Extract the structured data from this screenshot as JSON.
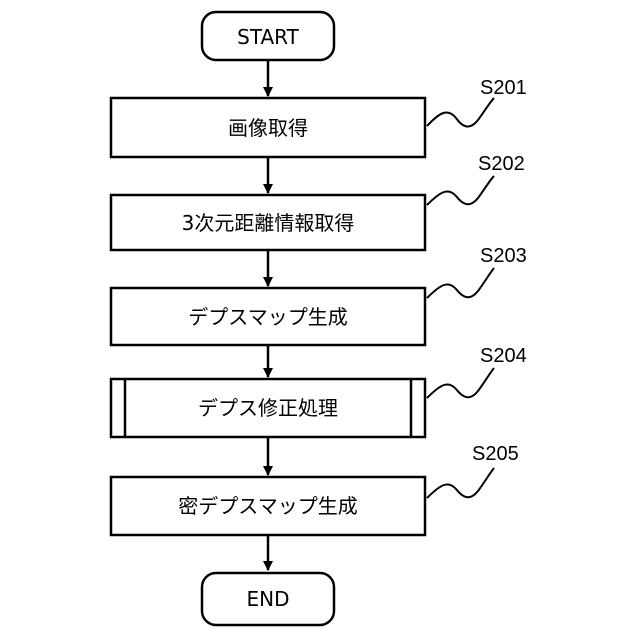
{
  "flowchart": {
    "start": "START",
    "end": "END",
    "steps": [
      {
        "id": "S201",
        "label": "画像取得"
      },
      {
        "id": "S202",
        "label": "3次元距離情報取得"
      },
      {
        "id": "S203",
        "label": "デプスマップ生成"
      },
      {
        "id": "S204",
        "label": "デプス修正処理",
        "type": "predefined-process"
      },
      {
        "id": "S205",
        "label": "密デプスマップ生成"
      }
    ]
  }
}
